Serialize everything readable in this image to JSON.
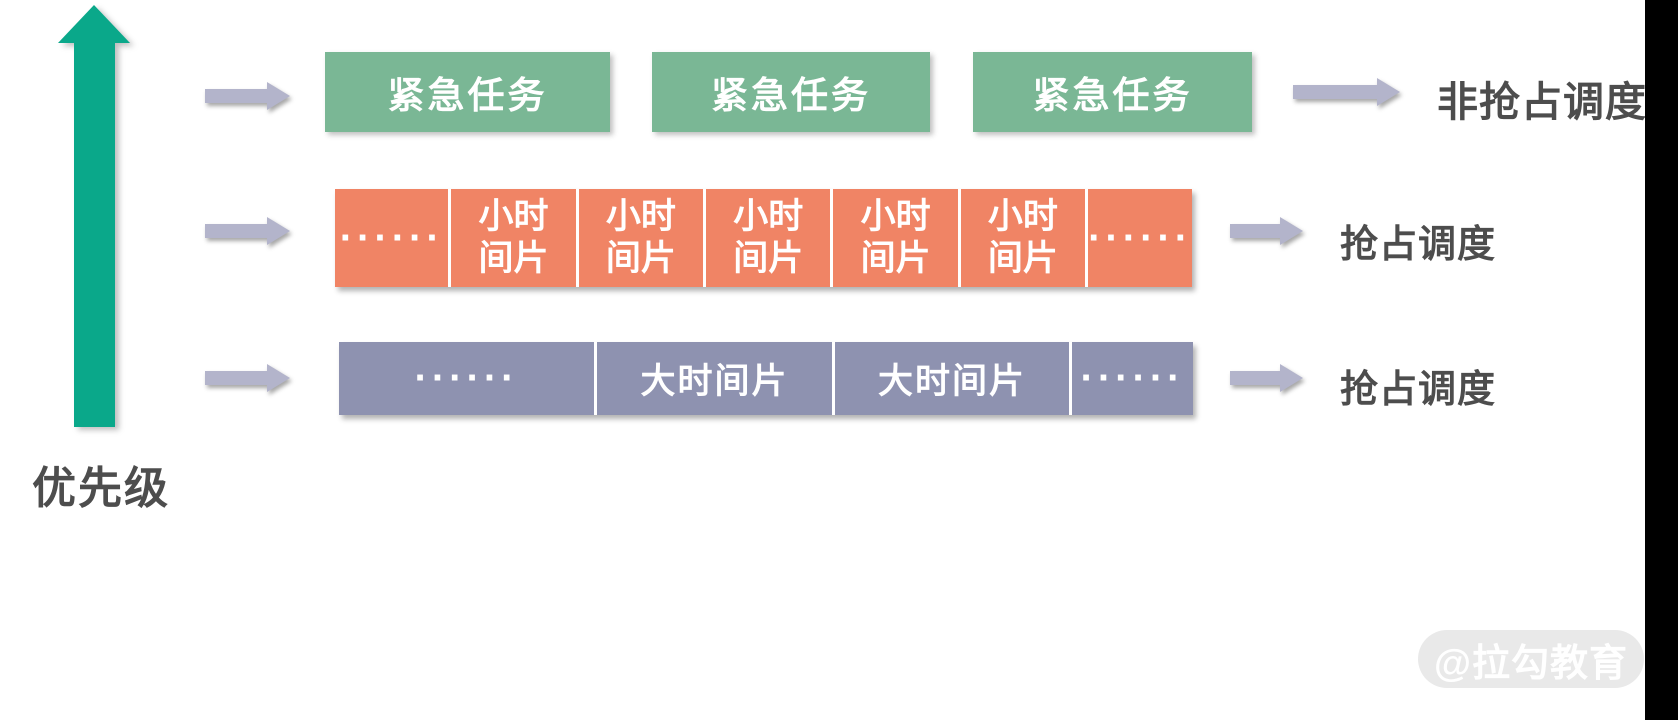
{
  "colors": {
    "teal": "#0aa88a",
    "green": "#7ab795",
    "orange": "#f08465",
    "purple": "#8e92b0",
    "arrow-gray": "#b3b4cb",
    "text-dark": "#4d4d4d",
    "band-black": "#000000",
    "watermark-bg": "#e9e9e9",
    "watermark-text": "#ffffff"
  },
  "axis": {
    "label": "优先级"
  },
  "row_urgent": {
    "boxes": [
      "紧急任务",
      "紧急任务",
      "紧急任务"
    ],
    "label": "非抢占调度"
  },
  "row_small": {
    "cells": [
      "······",
      "小时\n间片",
      "小时\n间片",
      "小时\n间片",
      "小时\n间片",
      "小时\n间片",
      "······"
    ],
    "label": "抢占调度"
  },
  "row_large": {
    "cells": [
      "······",
      "大时间片",
      "大时间片",
      "······"
    ],
    "label": "抢占调度"
  },
  "watermark": "@拉勾教育"
}
